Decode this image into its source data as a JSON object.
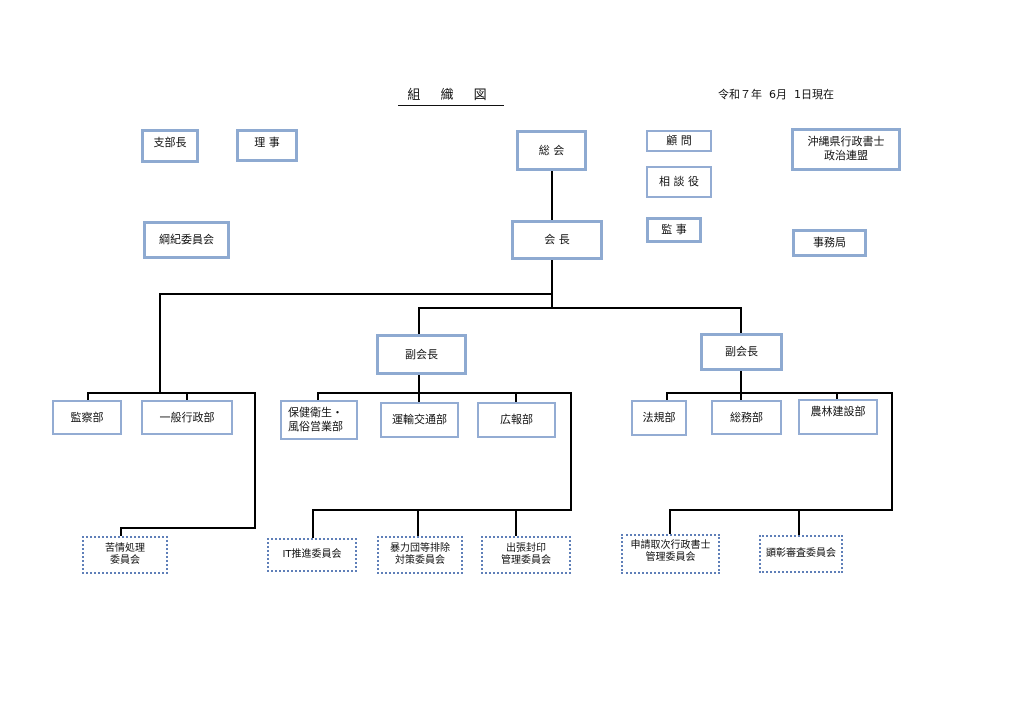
{
  "page": {
    "title": "組 織 図",
    "date": "令和７年  6月  1日現在"
  },
  "top_left": {
    "shibucho": "支部長",
    "riji": "理  事",
    "koki": "綱紀委員会"
  },
  "center": {
    "sokai": "総   会",
    "kaicho": "会  長"
  },
  "right_top": {
    "komon": "顧   問",
    "sodanyaku": "相  談 役",
    "kanji": "監  事",
    "renmei": "沖縄県行政書士\n政治連盟",
    "jimukyoku": "事務局"
  },
  "vice_presidents": {
    "left": "副会長",
    "right": "副会長"
  },
  "departments": {
    "kansatsu": "監察部",
    "ippan": "一般行政部",
    "hoken": "保健衛生・\n風俗営業部",
    "unyu": "運輸交通部",
    "koho": "広報部",
    "hoki": "法規部",
    "somu": "総務部",
    "norin": "農林建設部"
  },
  "committees": {
    "kujo": "苦情処理\n委員会",
    "it": "IT推進委員会",
    "boryoku": "暴力団等排除\n対策委員会",
    "shutcho": "出張封印\n管理委員会",
    "shinsei": "申請取次行政書士\n管理委員会",
    "kensho": "顕彰審査委員会"
  }
}
